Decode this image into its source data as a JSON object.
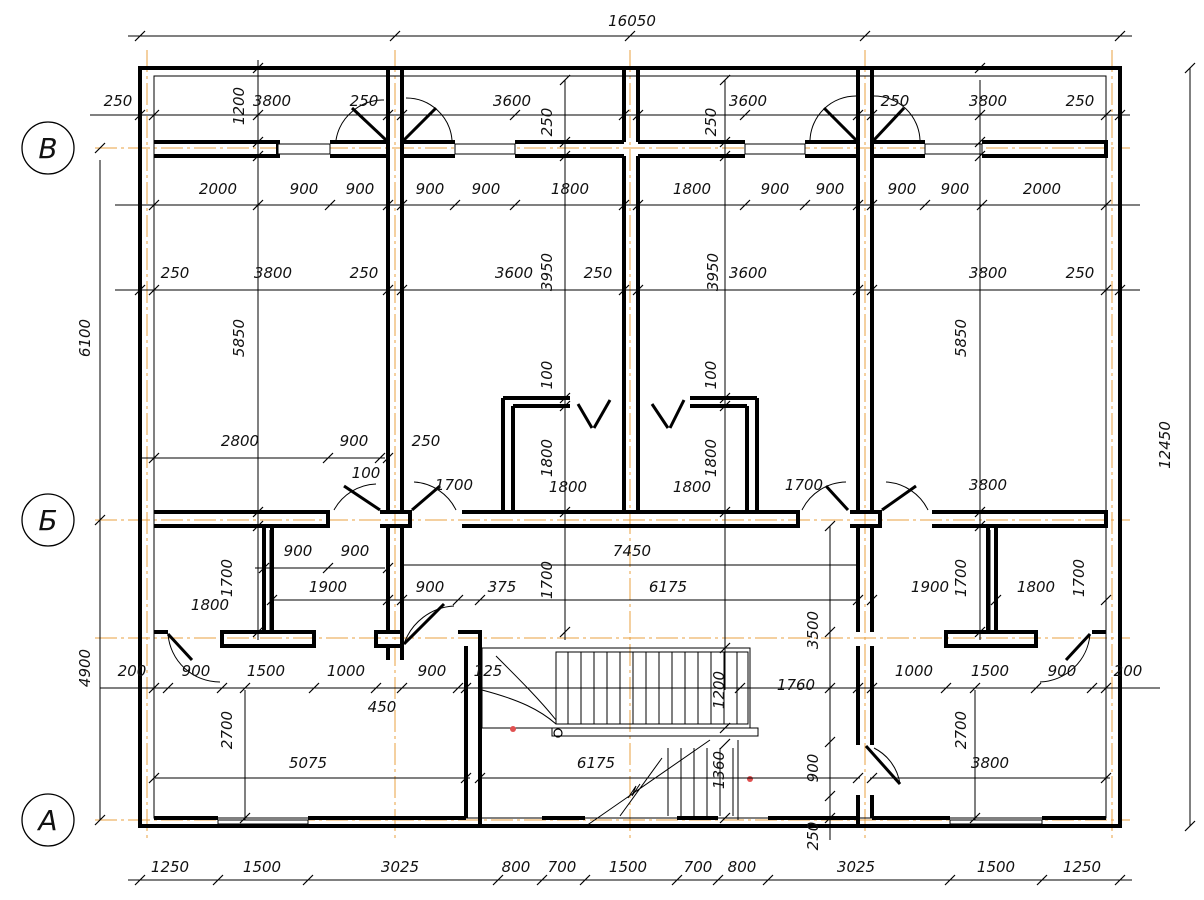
{
  "axes": {
    "v": "В",
    "b": "Б",
    "a": "А"
  },
  "dims": {
    "overall_top": "16050",
    "overall_right": "12450",
    "left_upper": "6100",
    "left_lower": "4900",
    "top_row": [
      "250",
      "3800",
      "1200",
      "250",
      "3600",
      "250",
      "250",
      "3600",
      "250",
      "3800",
      "250"
    ],
    "row2": [
      "2000",
      "900",
      "900",
      "900",
      "900",
      "1800",
      "1800",
      "900",
      "900",
      "900",
      "900",
      "2000"
    ],
    "row3": [
      "250",
      "3800",
      "250",
      "3600",
      "250",
      "3950",
      "3950",
      "3600",
      "3800",
      "250"
    ],
    "room_heights": [
      "5850",
      "5850"
    ],
    "closet": [
      "100",
      "100",
      "1800",
      "1800",
      "1800",
      "1800"
    ],
    "mid_left": [
      "2800",
      "900",
      "250",
      "100",
      "1700",
      "1700",
      "3800"
    ],
    "corr": [
      "900",
      "900",
      "7450",
      "1700",
      "1800",
      "1700",
      "1900",
      "6175",
      "1900",
      "1700",
      "1800",
      "1700"
    ],
    "lower_a": [
      "900",
      "375",
      "3500",
      "125"
    ],
    "lower_b": [
      "200",
      "900",
      "1500",
      "1000",
      "900",
      "450",
      "1200",
      "1760",
      "1000",
      "1500",
      "900",
      "200"
    ],
    "lower_c": [
      "2700",
      "5075",
      "6175",
      "2700",
      "3800",
      "1360",
      "900",
      "250"
    ],
    "bottom_row": [
      "1250",
      "1500",
      "3025",
      "800",
      "700",
      "1500",
      "700",
      "800",
      "3025",
      "1500",
      "1250"
    ]
  }
}
